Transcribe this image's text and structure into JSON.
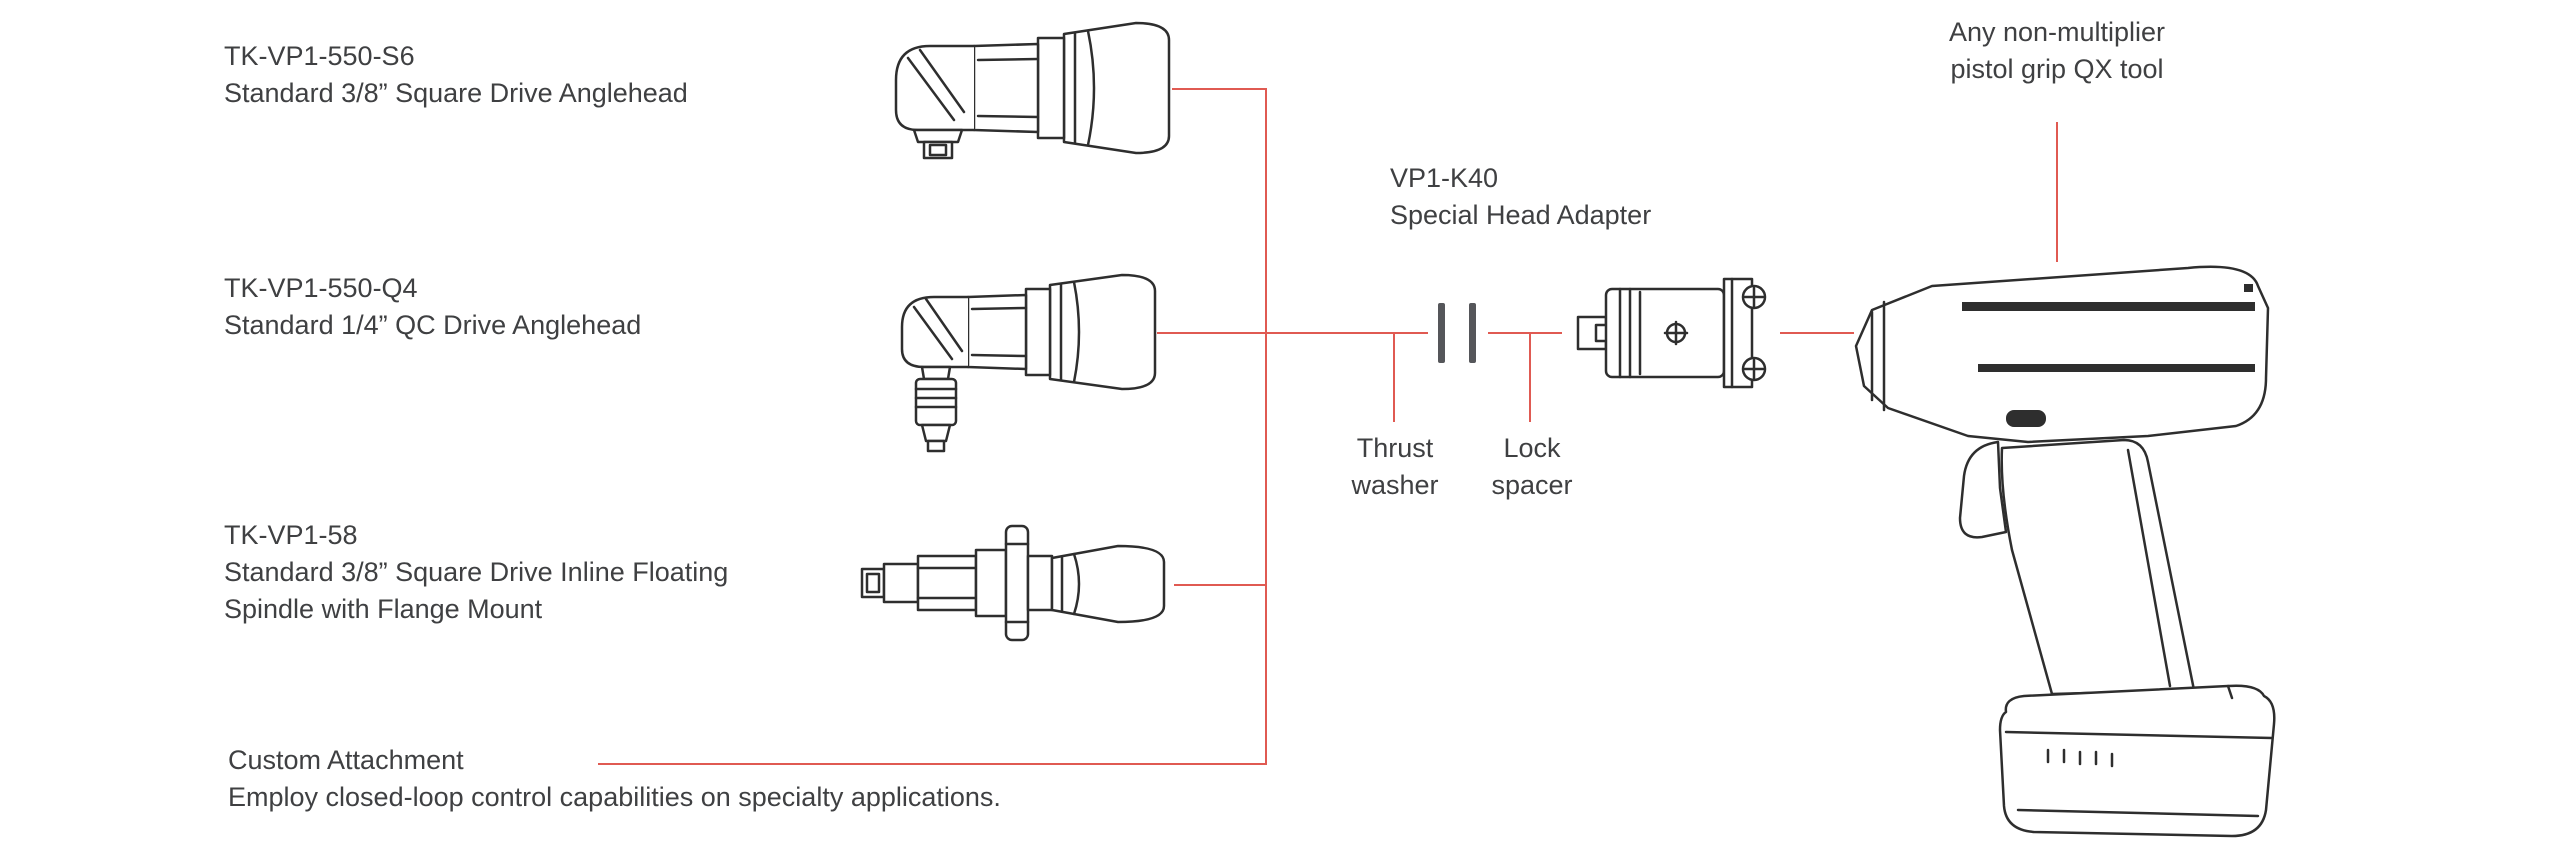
{
  "diagram": {
    "attachments": [
      {
        "title": "TK-VP1-550-S6",
        "subtitle": "Standard 3/8” Square Drive Anglehead"
      },
      {
        "title": "TK-VP1-550-Q4",
        "subtitle": "Standard 1/4” QC Drive Anglehead"
      },
      {
        "title": "TK-VP1-58",
        "subtitle": "Standard 3/8” Square Drive Inline Floating",
        "subtitle2": "Spindle with Flange Mount"
      }
    ],
    "custom_attachment": {
      "title": "Custom Attachment",
      "subtitle": "Employ closed-loop control capabilities on specialty applications."
    },
    "adapter": {
      "title": "VP1-K40",
      "subtitle": "Special Head Adapter"
    },
    "washers": {
      "thrust_line1": "Thrust",
      "thrust_line2": "washer",
      "lock_line1": "Lock",
      "lock_line2": "spacer"
    },
    "tool": {
      "line1": "Any non-multiplier",
      "line2": "pistol grip QX tool"
    },
    "colors": {
      "connector_red": "#e05a52",
      "text": "#3f4042",
      "line_art": "#2e2e2e",
      "washer_gray": "#55565a"
    }
  }
}
